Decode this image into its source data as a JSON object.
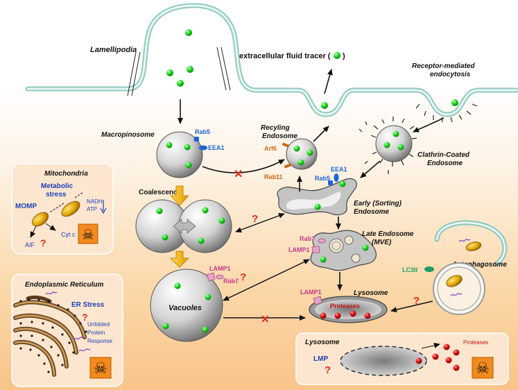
{
  "labels": {
    "lamellipodia": "Lamellipodia",
    "tracer": "extracellular fluid tracer (",
    "tracer_close": ")",
    "receptor_1": "Receptor-mediated",
    "receptor_2": "endocytosis",
    "macropinosome": "Macropinosome",
    "rab5_a": "Rab5",
    "eea1_a": "EEA1",
    "recycling_1": "Recyling",
    "recycling_2": "Endosome",
    "arf6": "Arf6",
    "rab11": "Rab11",
    "clathrin_1": "Clathrin-Coated",
    "clathrin_2": "Endosome",
    "coalescence": "Coalescence",
    "rab5_b": "Rab5",
    "eea1_b": "EEA1",
    "early_1": "Early (Sorting)",
    "early_2": "Endosome",
    "mito_title": "Mitochondria",
    "metabolic_1": "Metabolic",
    "metabolic_2": "stress",
    "nadh": "NADH",
    "atp": "ATP",
    "momp": "MOMP",
    "cytc": "Cyt c",
    "aif": "AIF",
    "late_1": "Late Endosome",
    "late_2": "(MVE)",
    "rab7_a": "Rab7",
    "lamp1_a": "LAMP1",
    "lamp1_b": "LAMP1",
    "rab7_b": "Rab7",
    "autophagosome": "Autophagosome",
    "lc3": "LC3II",
    "lysosome": "Lysosome",
    "lamp1_c": "LAMP1",
    "proteases": "Proteases",
    "vacuoles": "Vacuoles",
    "er_title": "Endoplasmic Reticulum",
    "er_stress": "ER Stress",
    "upr_1": "Unfolded",
    "upr_2": "Protein",
    "upr_3": "Response",
    "lmp_title": "Lysosome",
    "lmp": "LMP",
    "proteases_2": "Proteases",
    "q": "?"
  },
  "colors": {
    "tracer_green": "#22dd22",
    "rab5_blue": "#1a66d8",
    "arf6_orange": "#d0660f",
    "rab7_pink": "#c43a8a",
    "lc3_green": "#1e9a6a",
    "block_red": "#e0291b",
    "yellow_arrow": "#f4b400",
    "membrane": "#8fc9c0",
    "panel": "#fde6cf",
    "protease_red": "#d91414"
  },
  "icons": [
    "skull-crossbones-icon",
    "mitochondrion-icon",
    "block-x-icon",
    "question-mark-icon"
  ]
}
